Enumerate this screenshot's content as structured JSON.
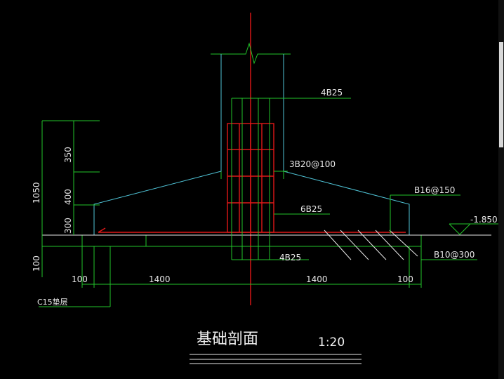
{
  "drawing": {
    "title": "基础剖面",
    "scale": "1:20",
    "labels": {
      "top_bars": "4B25",
      "stirrups": "3B20@100",
      "side_bars": "6B25",
      "bottom_bars": "4B25",
      "slab_top": "B16@150",
      "slab_bottom": "B10@300",
      "elevation": "-1.850",
      "cushion": "C15垫层"
    },
    "dims_vertical": {
      "total": "1050",
      "d350": "350",
      "d400": "400",
      "d300": "300",
      "d100": "100"
    },
    "dims_horizontal": {
      "left_edge": "100",
      "left": "1400",
      "right": "1400",
      "right_edge": "100"
    }
  }
}
